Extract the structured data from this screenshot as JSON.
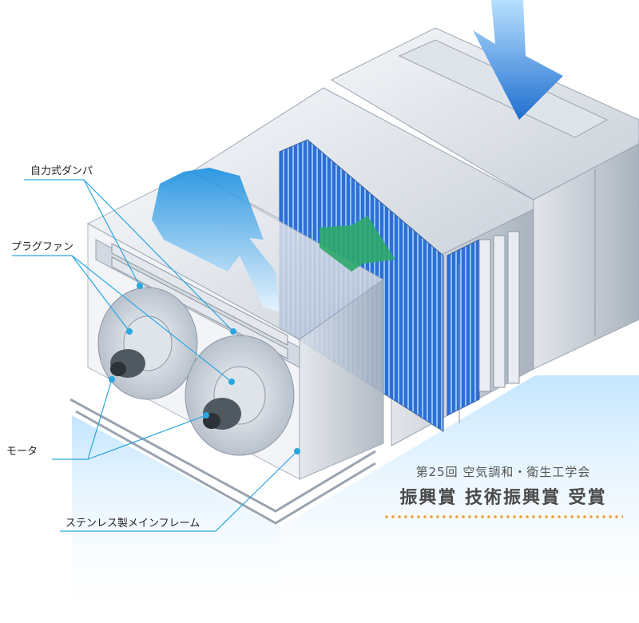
{
  "labels": {
    "damper": "自力式ダンパ",
    "plug_fan": "プラグファン",
    "motor": "モータ",
    "frame": "ステンレス製メインフレーム"
  },
  "award": {
    "line1": "第25回 空気調和・衛生工学会",
    "line2": "振興賞 技術振興賞 受賞"
  },
  "colors": {
    "leader": "#2aa7e0",
    "dots": "#f0a030",
    "arrow_blue": "#1f6fd0",
    "arrow_green": "#2ea86a",
    "coil_blue": "#2e6fd6"
  }
}
